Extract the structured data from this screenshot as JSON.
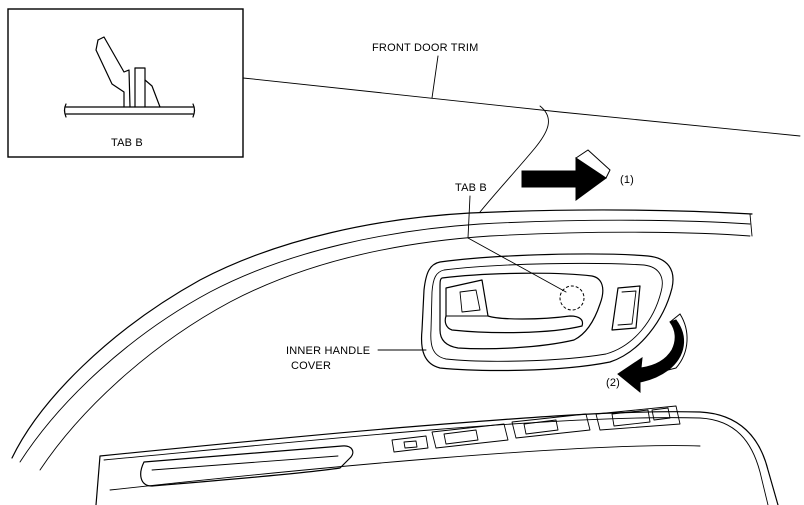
{
  "labels": {
    "inset_caption": "TAB B",
    "front_door_trim": "FRONT DOOR TRIM",
    "tab_b": "TAB B",
    "step_1": "(1)",
    "step_2": "(2)",
    "inner_handle_line1": "INNER HANDLE",
    "inner_handle_line2": "COVER"
  }
}
